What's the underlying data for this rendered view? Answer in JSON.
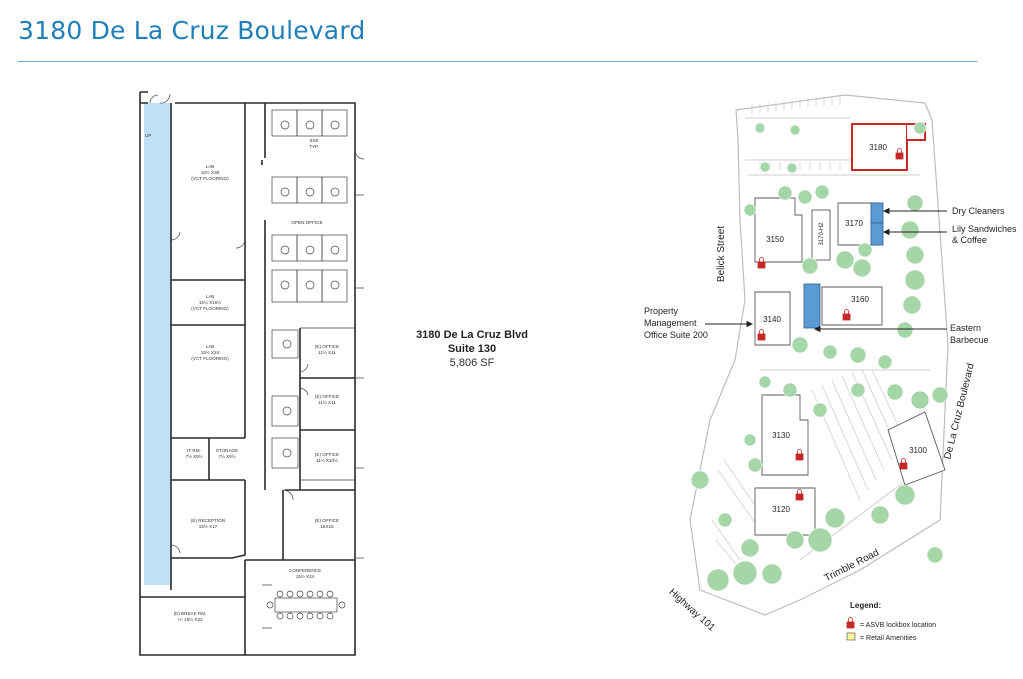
{
  "header": {
    "title": "3180 De La Cruz Boulevard"
  },
  "suite": {
    "name": "3180 De La Cruz Blvd",
    "number": "Suite 130",
    "size": "5,806 SF"
  },
  "floor_plan": {
    "up_label": "UP",
    "rooms": [
      {
        "name": "LAB",
        "size": "15½ X38",
        "note": "(VCT FLOORING)"
      },
      {
        "name": "LAB",
        "size": "15½ X15½",
        "note": "(VCT FLOORING)"
      },
      {
        "name": "LAB",
        "size": "15½ X24",
        "note": "(VCT FLOORING)"
      },
      {
        "name": "IT RM.",
        "size": "7½ X9½"
      },
      {
        "name": "STORAGE",
        "size": "7½ X9½"
      },
      {
        "name": "(E) RECEPTION",
        "size": "15½ X17"
      },
      {
        "name": "(E) BREAK RM.",
        "size": "+/- 15½ X22"
      },
      {
        "name": "6X6",
        "size": "TYP."
      },
      {
        "name": "OPEN OFFICE",
        "size": ""
      },
      {
        "name": "(E) OFFICE",
        "size": "11½ X11"
      },
      {
        "name": "(E) OFFICE",
        "size": "11½ X11"
      },
      {
        "name": "(E) OFFICE",
        "size": "11½ X10½"
      },
      {
        "name": "(E) OFFICE",
        "size": "16X16"
      },
      {
        "name": "CONFERENCE",
        "size": "15½ X24"
      }
    ]
  },
  "site_map": {
    "buildings": [
      "3180",
      "3170",
      "3170-H2",
      "3150",
      "3160",
      "3140",
      "3130",
      "3120",
      "3100"
    ],
    "streets": [
      "Belick Street",
      "De La Cruz Boulevard",
      "Trimble Road",
      "Highway 101"
    ],
    "callouts": {
      "dry_cleaners": "Dry Cleaners",
      "lily_line1": "Lily Sandwiches",
      "lily_line2": "& Coffee",
      "eastern_line1": "Eastern",
      "eastern_line2": "Barbecue",
      "pm_line1": "Property",
      "pm_line2": "Management",
      "pm_line3": "Office Suite 200"
    },
    "legend": {
      "title": "Legend:",
      "lockbox": "= ASVB lockbox location",
      "retail": "= Retail Amenities"
    },
    "colors": {
      "highlight": "#c62828",
      "lockbox": "#c62828",
      "retail_amenity": "#5b9bd5",
      "tree": "#a5d6a7",
      "corridor": "#bfe0f5",
      "title": "#1f7fb8"
    }
  }
}
